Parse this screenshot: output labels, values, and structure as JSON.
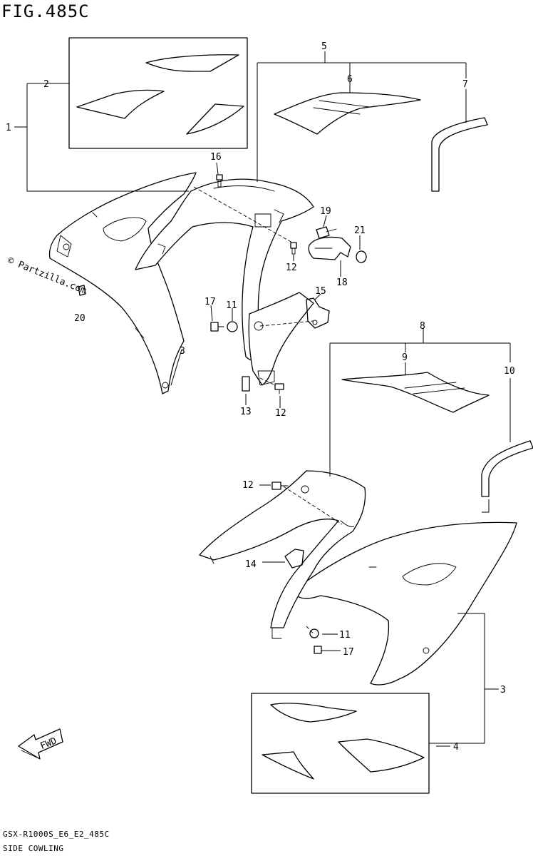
{
  "figure": {
    "title": "FIG.485C",
    "code": "GSX-R1000S_E6_E2_485C",
    "name": "SIDE COWLING"
  },
  "watermark": "© Partzilla.com",
  "fwd_label": "FWD",
  "callouts": [
    "1",
    "2",
    "5",
    "6",
    "7",
    "16",
    "19",
    "21",
    "12",
    "18",
    "15",
    "17",
    "11",
    "20",
    "3",
    "13",
    "12",
    "8",
    "9",
    "10",
    "12",
    "14",
    "11",
    "17",
    "3",
    "4"
  ]
}
